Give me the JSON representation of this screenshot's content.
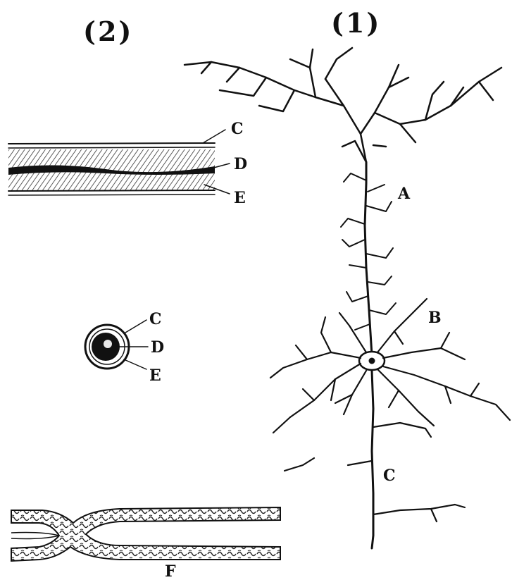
{
  "figure": {
    "panel_left_title": "(2)",
    "panel_right_title": "(1)"
  },
  "neuron": {
    "label_a": "A",
    "label_b": "B",
    "label_c": "C"
  },
  "fiber_longitudinal": {
    "label_c": "C",
    "label_d": "D",
    "label_e": "E"
  },
  "fiber_cross_section": {
    "label_c": "C",
    "label_d": "D",
    "label_e": "E"
  },
  "branching_fiber": {
    "label_f": "F"
  }
}
